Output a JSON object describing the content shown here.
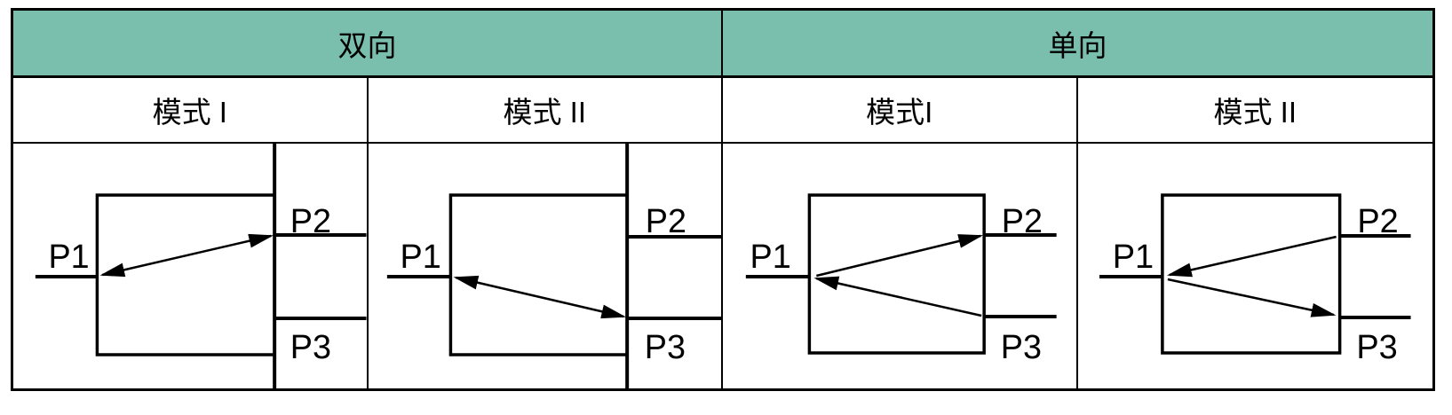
{
  "table": {
    "header_bg": "#7abfae",
    "border_color": "#000000",
    "groups": [
      {
        "label": "双向",
        "modes": [
          {
            "label": "模式 I"
          },
          {
            "label": "模式 II"
          }
        ]
      },
      {
        "label": "单向",
        "modes": [
          {
            "label": "模式I"
          },
          {
            "label": "模式 II"
          }
        ]
      }
    ]
  },
  "diagrams": [
    {
      "group": "双向",
      "mode": "模式 I",
      "ports": {
        "p1": "P1",
        "p2": "P2",
        "p3": "P3"
      },
      "arrows": [
        {
          "between": [
            "P1",
            "P2"
          ],
          "double_headed": true
        }
      ]
    },
    {
      "group": "双向",
      "mode": "模式 II",
      "ports": {
        "p1": "P1",
        "p2": "P2",
        "p3": "P3"
      },
      "arrows": [
        {
          "between": [
            "P1",
            "P3"
          ],
          "double_headed": true
        }
      ]
    },
    {
      "group": "单向",
      "mode": "模式I",
      "ports": {
        "p1": "P1",
        "p2": "P2",
        "p3": "P3"
      },
      "arrows": [
        {
          "from": "P1",
          "to": "P2",
          "double_headed": false
        },
        {
          "from": "P3",
          "to": "P1",
          "double_headed": false
        }
      ]
    },
    {
      "group": "单向",
      "mode": "模式 II",
      "ports": {
        "p1": "P1",
        "p2": "P2",
        "p3": "P3"
      },
      "arrows": [
        {
          "from": "P2",
          "to": "P1",
          "double_headed": false
        },
        {
          "from": "P1",
          "to": "P3",
          "double_headed": false
        }
      ]
    }
  ]
}
